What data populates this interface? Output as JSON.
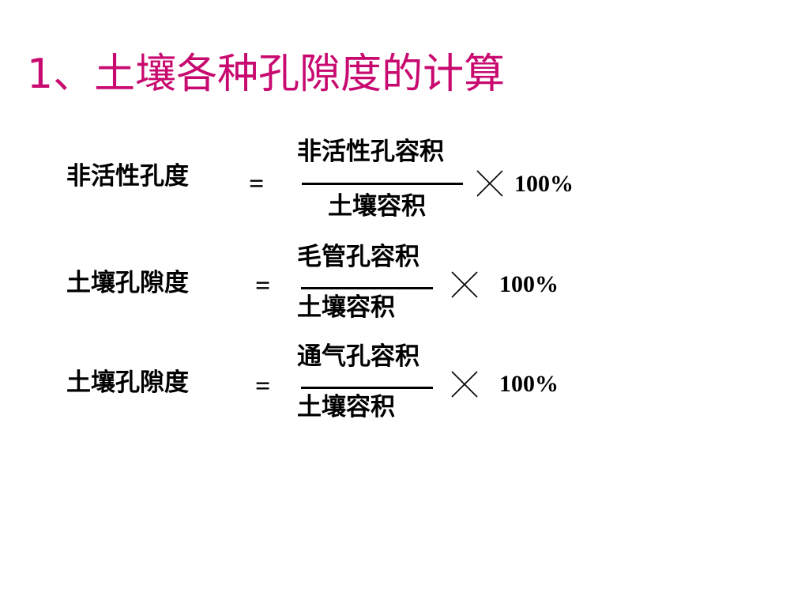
{
  "title": "1、土壤各种孔隙度的计算",
  "formulas": [
    {
      "lhs": "非活性孔度",
      "equals": "=",
      "numerator": "非活性孔容积",
      "denominator": "土壤容积",
      "multiplier": "100%"
    },
    {
      "lhs": "土壤孔隙度",
      "equals": "=",
      "numerator": "毛管孔容积",
      "denominator": "土壤容积",
      "multiplier": "100%"
    },
    {
      "lhs": "土壤孔隙度",
      "equals": "=",
      "numerator": "通气孔容积",
      "denominator": "土壤容积",
      "multiplier": "100%"
    }
  ],
  "icons": {
    "times": "multiplication-sign-icon"
  }
}
